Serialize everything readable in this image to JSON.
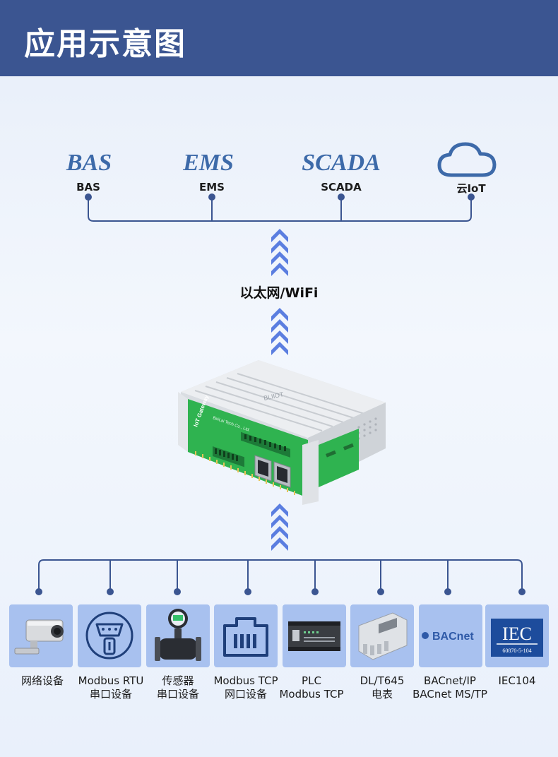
{
  "header": {
    "title": "应用示意图"
  },
  "systems": [
    {
      "big": "BAS",
      "label": "BAS"
    },
    {
      "big": "EMS",
      "label": "EMS"
    },
    {
      "big": "SCADA",
      "label": "SCADA"
    },
    {
      "icon": "cloud-icon",
      "label": "云IoT"
    }
  ],
  "link": {
    "label": "以太网/WiFi"
  },
  "gateway": {
    "brand": "BLIIOT",
    "name": "IoT Gateway",
    "maker": "BeiLai Tech Co., Ltd."
  },
  "devices": [
    {
      "icon": "camera-icon",
      "line1": "网络设备",
      "line2": ""
    },
    {
      "icon": "serial-port-icon",
      "line1": "Modbus RTU",
      "line2": "串口设备"
    },
    {
      "icon": "flow-meter-icon",
      "line1": "传感器",
      "line2": "串口设备"
    },
    {
      "icon": "ethernet-port-icon",
      "line1": "Modbus TCP",
      "line2": "网口设备"
    },
    {
      "icon": "plc-icon",
      "line1": "PLC",
      "line2": "Modbus TCP"
    },
    {
      "icon": "electric-meter-icon",
      "line1": "DL/T645",
      "line2": "电表"
    },
    {
      "icon": "bacnet-logo-icon",
      "line1": "BACnet/IP",
      "line2": "BACnet MS/TP",
      "logo_text": "BACnet"
    },
    {
      "icon": "iec-logo-icon",
      "line1": "IEC104",
      "line2": "",
      "logo_text": "IEC",
      "logo_sub": "60870-5-104"
    }
  ],
  "colors": {
    "header": "#3b5591",
    "accent": "#3d6aa9",
    "arrow": "#5b7ee0",
    "card": "#a8c1ef",
    "pcb": "#2fb350"
  }
}
